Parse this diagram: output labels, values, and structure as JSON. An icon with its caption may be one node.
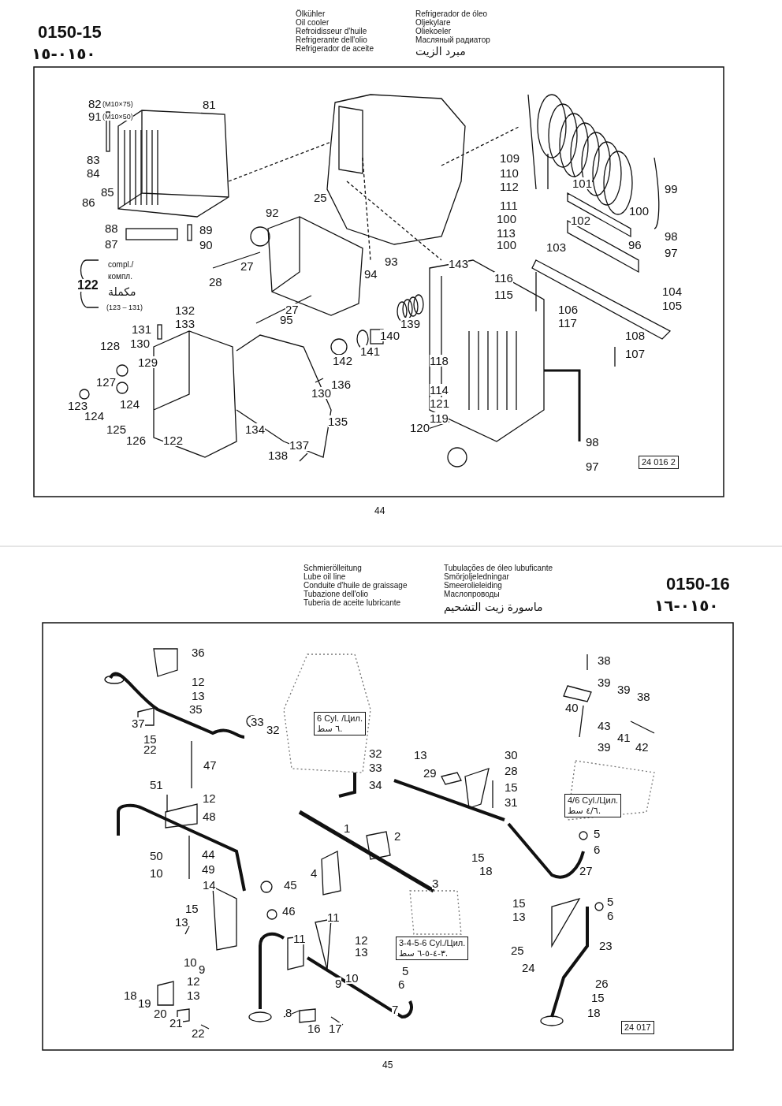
{
  "diagram": {
    "nodes": [
      {
        "text": [
          "24 016 2"
        ]
      },
      {
        "text": [
          "6 Cyl. /Цил.",
          "٦ سط."
        ]
      },
      {
        "text": [
          "4/6 Cyl./Цил.",
          "٤/٦ سط."
        ]
      },
      {
        "text": [
          "3-4-5-6 Cyl./Цил.",
          "٣-٤-٥-٦ سط."
        ]
      },
      {
        "text": [
          "24 017"
        ]
      }
    ],
    "labels": [
      "0150-15",
      "٠١٥٠-١٥",
      "Ölkühler",
      "Oil cooler",
      "Refroidisseur d'huile",
      "Refrigerante dell'olio",
      "Refrigerador de aceite",
      "Refrigerador de óleo",
      "Oljekylare",
      "Oliekoeler",
      "Масляный радиатор",
      "مبرد الزيت",
      "82",
      "(M10×75)",
      "91",
      "(M10×50)",
      "81",
      "83",
      "84",
      "85",
      "86",
      "88",
      "89",
      "87",
      "90",
      "122",
      "compl./",
      "компл.",
      "مكملة",
      "(123 – 131)",
      "28",
      "92",
      "25",
      "27",
      "94",
      "93",
      "27",
      "95",
      "132",
      "133",
      "131",
      "130",
      "128",
      "129",
      "127",
      "124",
      "123",
      "124",
      "125",
      "126",
      "122",
      "134",
      "135",
      "136",
      "130",
      "137",
      "138",
      "142",
      "141",
      "140",
      "139",
      "109",
      "110",
      "112",
      "111",
      "100",
      "113",
      "100",
      "101",
      "99",
      "100",
      "102",
      "98",
      "96",
      "97",
      "103",
      "143",
      "104",
      "105",
      "116",
      "115",
      "106",
      "117",
      "108",
      "107",
      "118",
      "114",
      "121",
      "119",
      "120",
      "98",
      "97",
      "44",
      "Schmierölleitung",
      "Lube oil line",
      "Conduite d'huile de graissage",
      "Tubazione dell'olio",
      "Tuberia de aceite lubricante",
      "Tubulações de óleo lubuficante",
      "Smörjoljeledningar",
      "Smeerolieleiding",
      "Маслопроводы",
      "ماسورة زيت التشحيم",
      "0150-16",
      "٠١٥٠-١٦",
      "36",
      "12",
      "13",
      "35",
      "37",
      "33",
      "32",
      "15",
      "22",
      "47",
      "32",
      "33",
      "34",
      "51",
      "12",
      "48",
      "1",
      "2",
      "44",
      "50",
      "49",
      "10",
      "4",
      "45",
      "14",
      "15",
      "13",
      "46",
      "11",
      "11",
      "12",
      "13",
      "10",
      "9",
      "10",
      "9",
      "12",
      "5",
      "6",
      "13",
      "18",
      "19",
      "20",
      "21",
      "8",
      "7",
      "16",
      "17",
      "22",
      "38",
      "39",
      "39",
      "38",
      "40",
      "43",
      "41",
      "42",
      "39",
      "13",
      "30",
      "29",
      "28",
      "15",
      "31",
      "5",
      "6",
      "27",
      "15",
      "18",
      "3",
      "15",
      "13",
      "5",
      "6",
      "23",
      "25",
      "24",
      "26",
      "15",
      "18",
      "45"
    ]
  }
}
